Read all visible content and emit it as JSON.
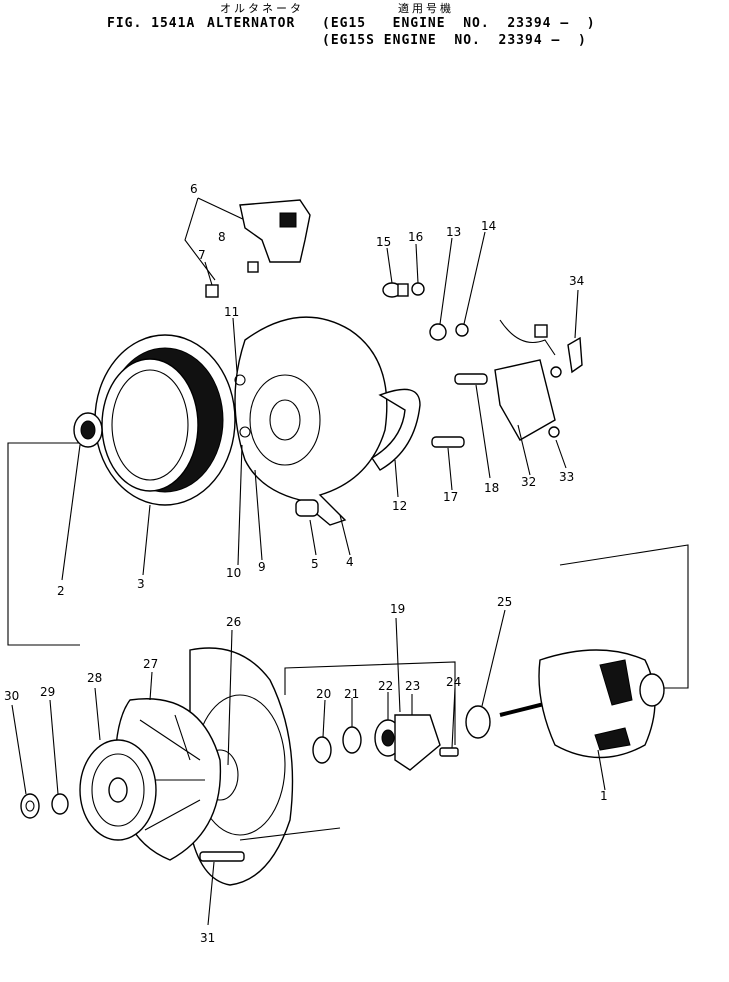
{
  "header": {
    "japanese_title": "オルタネータ",
    "japanese_applicability": "適用号機",
    "fig_number": "FIG. 1541A",
    "part_name": "ALTERNATOR",
    "applicability_line1": "(EG15   ENGINE  NO.  23394 —  )",
    "applicability_line2": "(EG15S ENGINE  NO.  23394 —  )"
  },
  "callouts": [
    "1",
    "2",
    "3",
    "4",
    "5",
    "6",
    "7",
    "8",
    "9",
    "10",
    "11",
    "12",
    "13",
    "14",
    "15",
    "16",
    "17",
    "18",
    "19",
    "20",
    "21",
    "22",
    "23",
    "24",
    "25",
    "26",
    "27",
    "28",
    "29",
    "30",
    "31",
    "32",
    "33",
    "34"
  ]
}
